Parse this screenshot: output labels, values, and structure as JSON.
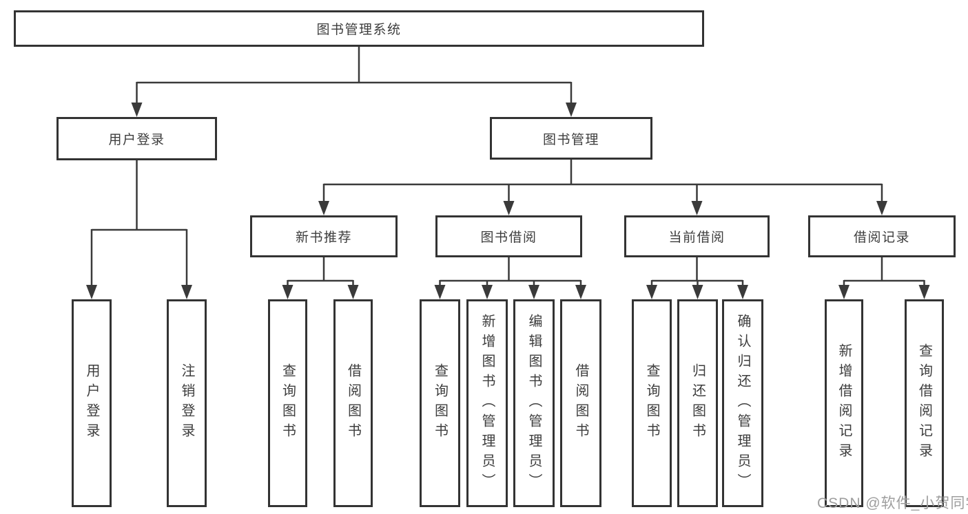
{
  "colors": {
    "line": "#3a3a3a",
    "box_border": "#333333",
    "text": "#3d3d3d",
    "watermark": "#9e9e9e",
    "background": "#ffffff"
  },
  "watermark": "CSDN @软件_小贺同学",
  "tree": {
    "label": "图书管理系统",
    "children": [
      {
        "label": "用户登录",
        "children": [
          {
            "label": "用户登录"
          },
          {
            "label": "注销登录"
          }
        ]
      },
      {
        "label": "图书管理",
        "children": [
          {
            "label": "新书推荐",
            "children": [
              {
                "label": "查询图书"
              },
              {
                "label": "借阅图书"
              }
            ]
          },
          {
            "label": "图书借阅",
            "children": [
              {
                "label": "查询图书"
              },
              {
                "label": "新增图书（管理员）"
              },
              {
                "label": "编辑图书（管理员）"
              },
              {
                "label": "借阅图书"
              }
            ]
          },
          {
            "label": "当前借阅",
            "children": [
              {
                "label": "查询图书"
              },
              {
                "label": "归还图书"
              },
              {
                "label": "确认归还（管理员）"
              }
            ]
          },
          {
            "label": "借阅记录",
            "children": [
              {
                "label": "新增借阅记录"
              },
              {
                "label": "查询借阅记录"
              }
            ]
          }
        ]
      }
    ]
  }
}
